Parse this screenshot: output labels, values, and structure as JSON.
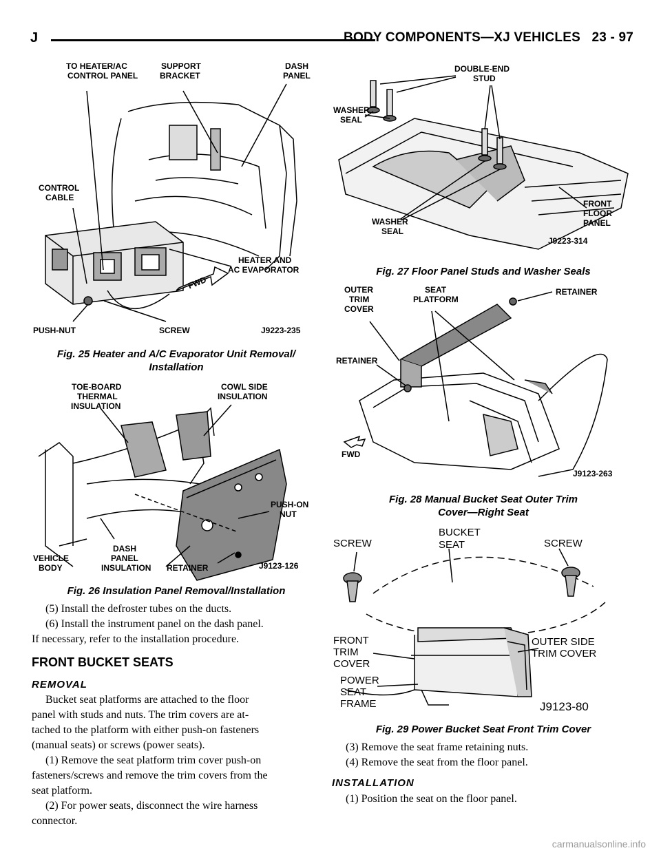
{
  "header": {
    "section_letter": "J",
    "title": "BODY COMPONENTS—XJ VEHICLES",
    "page_number": "23 - 97"
  },
  "figures": {
    "fig25": {
      "caption_line1": "Fig. 25 Heater and A/C Evaporator Unit Removal/",
      "caption_line2": "Installation",
      "code": "J9223-235",
      "labels": {
        "heater_control": [
          "TO HEATER/AC",
          "CONTROL PANEL"
        ],
        "support_bracket": [
          "SUPPORT",
          "BRACKET"
        ],
        "dash_panel": [
          "DASH",
          "PANEL"
        ],
        "control_cable": [
          "CONTROL",
          "CABLE"
        ],
        "heater_evap": [
          "HEATER AND",
          "AC EVAPORATOR"
        ],
        "push_nut": "PUSH-NUT",
        "screw": "SCREW",
        "fwd": "FWD"
      }
    },
    "fig26": {
      "caption": "Fig. 26 Insulation Panel Removal/Installation",
      "code": "J9123-126",
      "labels": {
        "toe_board": [
          "TOE-BOARD",
          "THERMAL",
          "INSULATION"
        ],
        "cowl_side": [
          "COWL SIDE",
          "INSULATION"
        ],
        "push_on_nut": [
          "PUSH-ON",
          "NUT"
        ],
        "vehicle_body": [
          "VEHICLE",
          "BODY"
        ],
        "dash_insulation": [
          "DASH",
          "PANEL",
          "INSULATION"
        ],
        "retainer": "RETAINER"
      }
    },
    "fig27": {
      "caption": "Fig. 27 Floor Panel Studs and Washer Seals",
      "code": "J9223-314",
      "labels": {
        "double_end_stud": [
          "DOUBLE-END",
          "STUD"
        ],
        "washer_seal_top": [
          "WASHER",
          "SEAL"
        ],
        "washer_seal_bottom": [
          "WASHER",
          "SEAL"
        ],
        "front_floor_panel": [
          "FRONT",
          "FLOOR",
          "PANEL"
        ]
      }
    },
    "fig28": {
      "caption_line1": "Fig. 28 Manual Bucket Seat Outer Trim",
      "caption_line2": "Cover—Right Seat",
      "code": "J9123-263",
      "labels": {
        "outer_trim_cover": [
          "OUTER",
          "TRIM",
          "COVER"
        ],
        "seat_platform": [
          "SEAT",
          "PLATFORM"
        ],
        "retainer_top": "RETAINER",
        "retainer_left": "RETAINER",
        "fwd": "FWD"
      }
    },
    "fig29": {
      "caption": "Fig. 29 Power Bucket Seat Front Trim Cover",
      "code": "J9123-80",
      "labels": {
        "screw_left": "SCREW",
        "bucket_seat": [
          "BUCKET",
          "SEAT"
        ],
        "screw_right": "SCREW",
        "front_trim_cover": [
          "FRONT",
          "TRIM",
          "COVER"
        ],
        "outer_side_trim": [
          "OUTER SIDE",
          "TRIM COVER"
        ],
        "power_seat_frame": [
          "POWER",
          "SEAT",
          "FRAME"
        ]
      }
    }
  },
  "left_text": {
    "step5": "(5) Install the defroster tubes on the ducts.",
    "step6_l1": "(6) Install the instrument panel on the dash panel.",
    "step6_l2": "If necessary, refer to the installation procedure.",
    "heading": "FRONT BUCKET SEATS",
    "subheading": "REMOVAL",
    "para1_l1": "Bucket seat platforms are attached to the floor",
    "para1_l2": "panel with studs and nuts. The trim covers are at-",
    "para1_l3": "tached to the platform with either push-on fasteners",
    "para1_l4": "(manual seats) or screws (power seats).",
    "step1_l1": "(1) Remove the seat platform trim cover push-on",
    "step1_l2": "fasteners/screws and remove the trim covers from the",
    "step1_l3": "seat platform.",
    "step2_l1": "(2) For power seats, disconnect the wire harness",
    "step2_l2": "connector."
  },
  "right_text": {
    "step3": "(3) Remove the seat frame retaining nuts.",
    "step4": "(4) Remove the seat from the floor panel.",
    "subheading": "INSTALLATION",
    "step1": "(1) Position the seat on the floor panel."
  },
  "watermark": "carmanualsonline.info"
}
